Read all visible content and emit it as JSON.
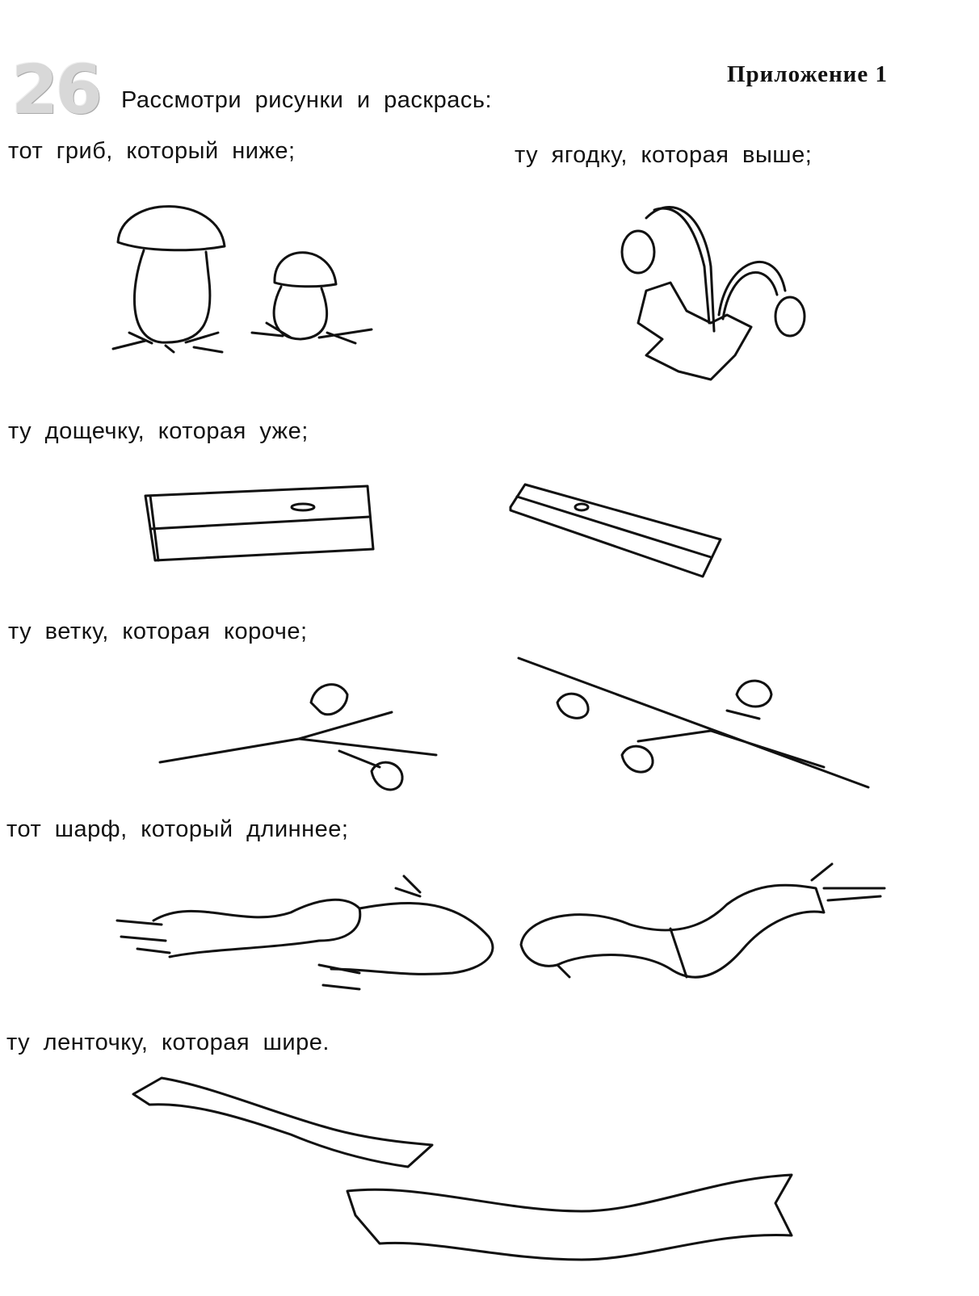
{
  "header": {
    "task_number": "26",
    "instruction": "Рассмотри рисунки и раскрась:",
    "appendix": "Приложение 1"
  },
  "tasks": [
    {
      "text": "тот гриб, который ниже;"
    },
    {
      "text": "ту ягодку, которая выше;"
    },
    {
      "text": "ту дощечку, которая уже;"
    },
    {
      "text": "ту ветку, которая короче;"
    },
    {
      "text": "тот шарф, который длиннее;"
    },
    {
      "text": "ту ленточку, которая шире."
    }
  ]
}
